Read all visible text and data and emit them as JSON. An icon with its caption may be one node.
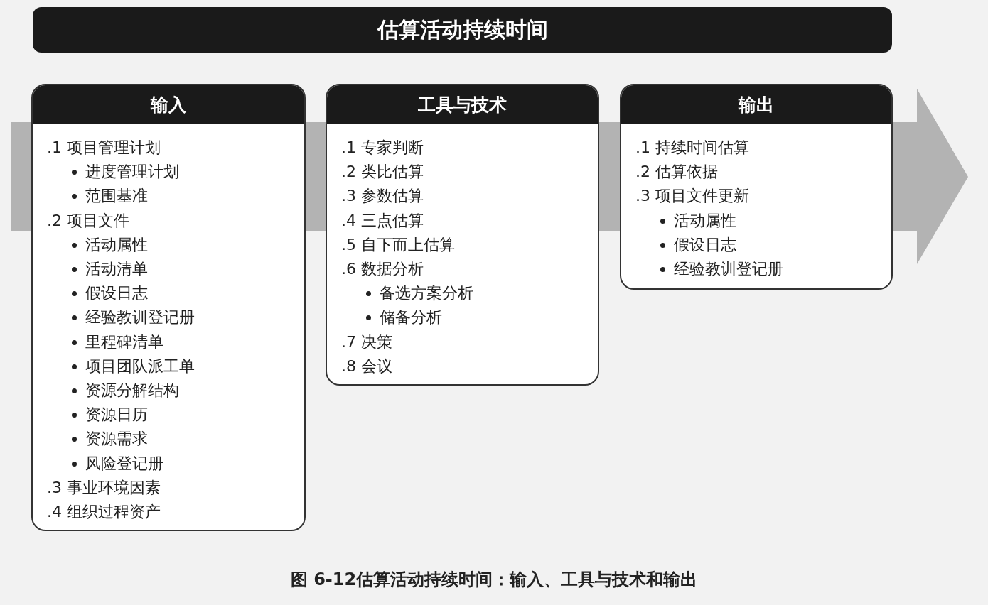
{
  "diagram": {
    "caption": "图 6-12估算活动持续时间：输入、工具与技术和输出",
    "nodes": [
      {
        "text": [
          "估算活动持续时间"
        ]
      },
      {
        "text": [
          "输入",
          ".1 项目管理计划",
          "进度管理计划",
          "范围基准",
          ".2 项目文件",
          "活动属性",
          "活动清单",
          "假设日志",
          "经验教训登记册",
          "里程碑清单",
          "项目团队派工单",
          "资源分解结构",
          "资源日历",
          "资源需求",
          "风险登记册",
          ".3 事业环境因素",
          ".4 组织过程资产"
        ]
      },
      {
        "text": [
          "工具与技术",
          ".1 专家判断",
          ".2 类比估算",
          ".3 参数估算",
          ".4 三点估算",
          ".5 自下而上估算",
          ".6 数据分析",
          "备选方案分析",
          "储备分析",
          ".7 决策",
          ".8 会议"
        ]
      },
      {
        "text": [
          "输出",
          ".1 持续时间估算",
          ".2 估算依据",
          ".3 项目文件更新",
          "活动属性",
          "假设日志",
          "经验教训登记册"
        ]
      }
    ],
    "edges": []
  }
}
